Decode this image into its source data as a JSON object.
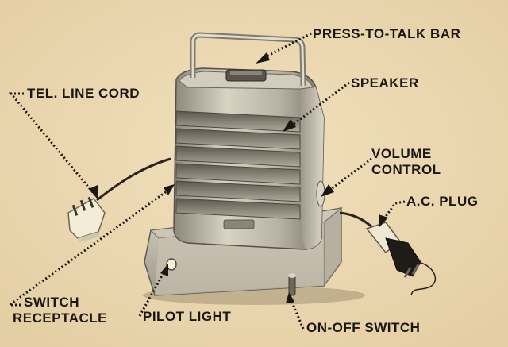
{
  "callouts": {
    "press_to_talk_bar": "PRESS-TO-TALK BAR",
    "speaker": "SPEAKER",
    "tel_line_cord": "TEL. LINE CORD",
    "volume_control_line1": "VOLUME",
    "volume_control_line2": "CONTROL",
    "ac_plug": "A.C. PLUG",
    "switch_receptacle_line1": "SWITCH",
    "switch_receptacle_line2": "RECEPTACLE",
    "pilot_light": "PILOT LIGHT",
    "on_off_switch": "ON-OFF SWITCH"
  },
  "colors": {
    "paper": "#ecd9b3",
    "ink": "#1b1612",
    "metal_light": "#d6d0c0",
    "metal_mid": "#a59f90",
    "metal_dark": "#6d685d"
  }
}
